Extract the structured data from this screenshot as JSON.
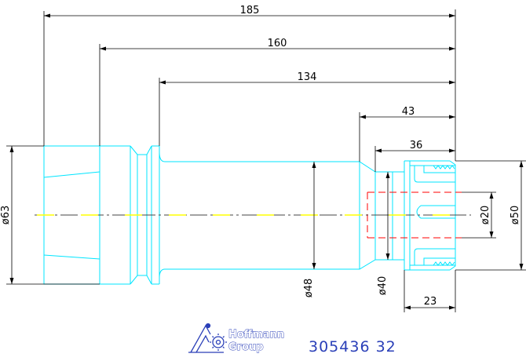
{
  "dimensions": {
    "overall_length": "185",
    "length_160": "160",
    "length_134": "134",
    "length_43": "43",
    "length_36": "36",
    "length_23": "23",
    "dia_63": "ø63",
    "dia_48": "ø48",
    "dia_40": "ø40",
    "dia_20": "ø20",
    "dia_50": "ø50"
  },
  "logo": {
    "brand_line1": "Hoffmann",
    "brand_line2": "Group"
  },
  "article_number": "305436 32",
  "colors": {
    "outline": "#00e5ff",
    "dimension": "#000000",
    "centerline": "#ffff00",
    "hidden_line": "#ff0000",
    "logo": "#2a3fb8"
  }
}
